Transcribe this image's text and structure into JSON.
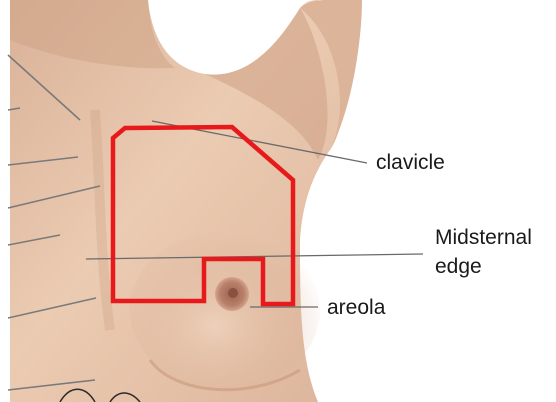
{
  "labels": {
    "clavicle": "clavicle",
    "midsternal_line1": "Midsternal",
    "midsternal_line2": "edge",
    "areola": "areola"
  },
  "colors": {
    "outline": "#e8191a",
    "skin": "#e6c2a6",
    "skin_shadow": "#c99a7e",
    "areola": "#b87a64",
    "leader_line": "#6a6a6a",
    "background": "#ffffff"
  }
}
